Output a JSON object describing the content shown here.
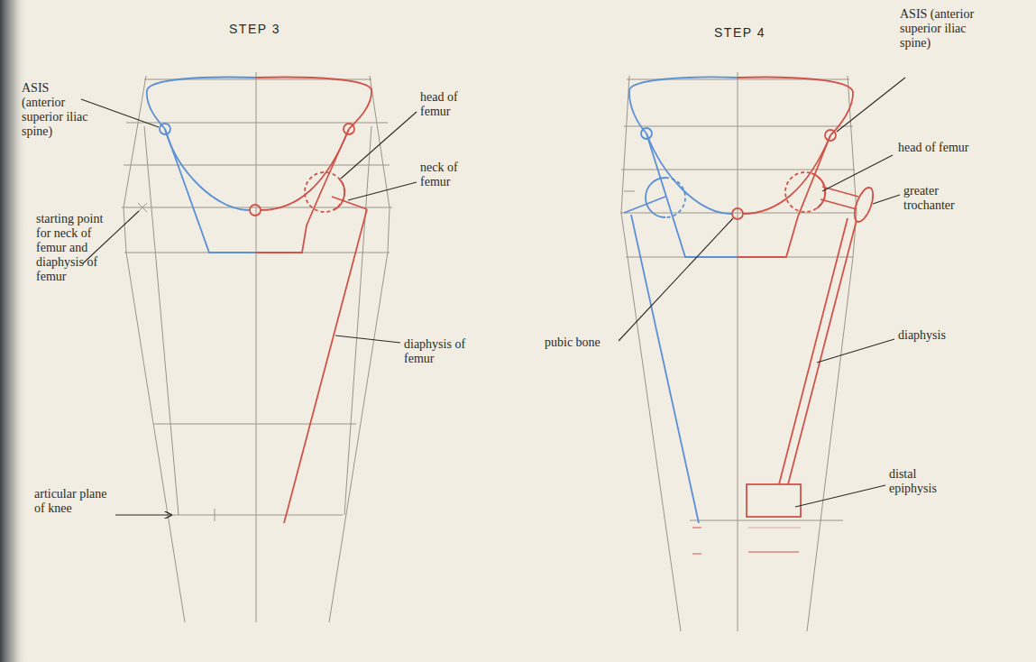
{
  "diagram": {
    "labels": [
      "STEP 3",
      "ASIS (anterior superior iliac spine)",
      "head of femur",
      "neck of femur",
      "starting point for neck of femur and diaphysis of femur",
      "diaphysis of femur",
      "articular plane of knee",
      "STEP 4",
      "ASIS (anterior superior iliac spine)",
      "head of femur",
      "greater trochanter",
      "pubic bone",
      "diaphysis",
      "distal epiphysis"
    ]
  }
}
